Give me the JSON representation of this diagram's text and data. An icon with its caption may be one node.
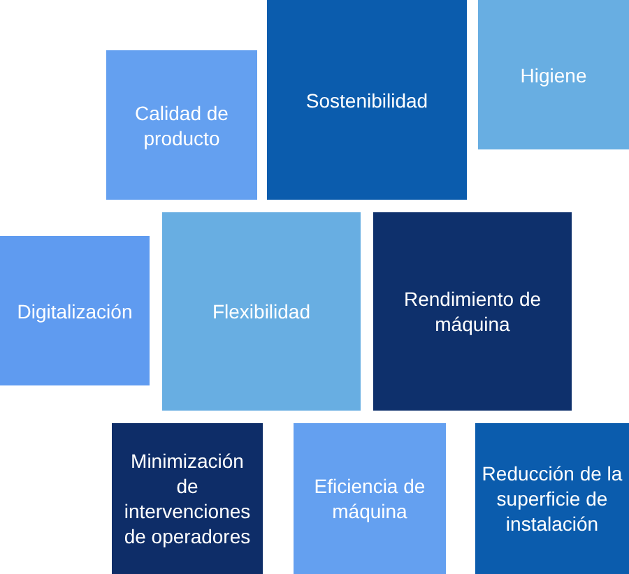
{
  "diagram": {
    "nodes": [
      {
        "text": [
          "Calidad de producto"
        ]
      },
      {
        "text": [
          "Sostenibilidad"
        ]
      },
      {
        "text": [
          "Higiene"
        ]
      },
      {
        "text": [
          "Digitalización"
        ]
      },
      {
        "text": [
          "Flexibilidad"
        ]
      },
      {
        "text": [
          "Rendimiento de máquina"
        ]
      },
      {
        "text": [
          "Minimización de intervenciones de operadores"
        ]
      },
      {
        "text": [
          "Eficiencia de máquina"
        ]
      },
      {
        "text": [
          "Reducción de la superficie de instalación"
        ]
      }
    ]
  }
}
